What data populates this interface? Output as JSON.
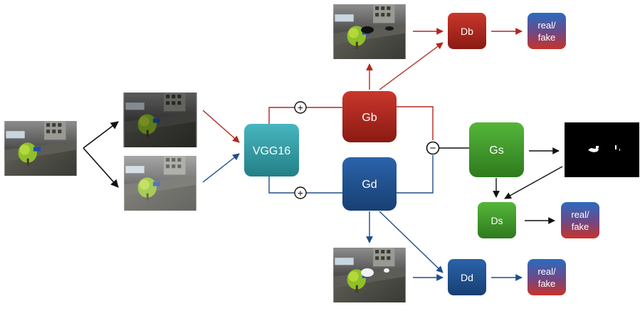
{
  "nodes": {
    "vgg16": "VGG16",
    "gb": "Gb",
    "gd": "Gd",
    "gs": "Gs",
    "db": "Db",
    "dd": "Dd",
    "ds": "Ds"
  },
  "outputs": {
    "db_out": [
      "real/",
      "fake"
    ],
    "dd_out": [
      "real/",
      "fake"
    ],
    "ds_out": [
      "real/",
      "fake"
    ]
  },
  "operators": {
    "plus": "+",
    "minus": "−"
  },
  "colors": {
    "red": "#b3261e",
    "blue": "#1f4e8c",
    "green": "#3f9a2b",
    "teal": "#2f9aa3",
    "black": "#111111"
  }
}
